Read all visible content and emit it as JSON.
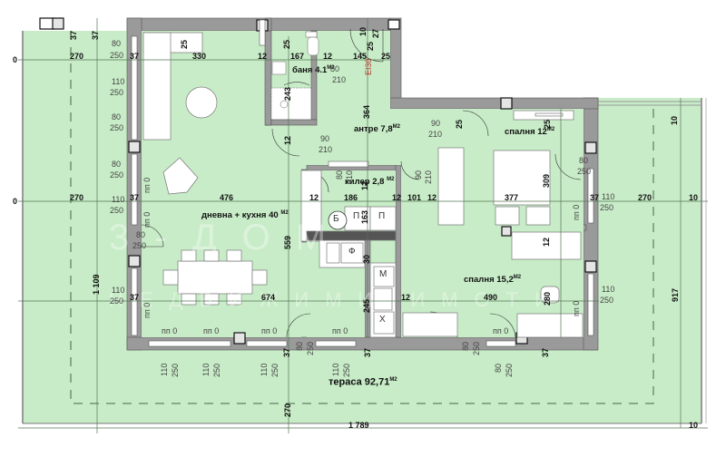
{
  "plan": {
    "colors": {
      "floor": "#c8ecc8",
      "wall": "#9a9a9a",
      "wall_outline": "#555555",
      "dim_line": "#557755",
      "furniture": "#ffffff",
      "fire_label": "#c0392b"
    },
    "rooms": {
      "living": {
        "name": "дневна + кухня",
        "area": "40",
        "unit": "M2"
      },
      "bath": {
        "name": "баня",
        "area": "4.1",
        "unit": "M2"
      },
      "hall": {
        "name": "антре",
        "area": "7,8",
        "unit": "M2"
      },
      "pantry": {
        "name": "килер",
        "area": "2,8",
        "unit": "M2"
      },
      "bedroom1": {
        "name": "спалня",
        "area": "12",
        "unit": "M2"
      },
      "bedroom2": {
        "name": "спалня",
        "area": "15,2",
        "unit": "M2"
      },
      "terrace": {
        "name": "тераса",
        "area": "92,71",
        "unit": "M2"
      }
    },
    "dimensions": {
      "top_37a": "37",
      "top_37b": "37",
      "top_25a": "25",
      "top_25b": "25",
      "top_10": "10",
      "top_27": "27",
      "top_25c": "25",
      "top_25d": "25",
      "row1_0": "0",
      "row1_270": "270",
      "row1_37": "37",
      "row1_330": "330",
      "row1_12a": "12",
      "row1_167": "167",
      "row1_12b": "12",
      "row1_145": "145",
      "row1_25": "25",
      "bath_243": "243",
      "hall_364": "364",
      "bath_12": "12",
      "row2_0": "0",
      "row2_270": "270",
      "row2_37": "37",
      "row2_476": "476",
      "row2_12a": "12",
      "row2_186": "186",
      "row2_163": "163",
      "row2_12b": "12",
      "row2_101": "101",
      "row2_12c": "12",
      "row2_377": "377",
      "row2_37r": "37",
      "row2_270r": "270",
      "row2_10": "10",
      "bed1_309": "309",
      "bed_wall_12": "12",
      "pantry_12": "12",
      "left_1109": "1 109",
      "kitchen_559": "559",
      "kitchen_30": "30",
      "kitchen_245": "245",
      "row3_37": "37",
      "row3_674": "674",
      "row3_12": "12",
      "row3_490": "490",
      "bed2_280": "280",
      "right_917": "917",
      "right_10top": "10",
      "bot_37a": "37",
      "bot_37b": "37",
      "bot_37c": "37",
      "terrace_270": "270",
      "terrace_1789": "1 789",
      "bot_10": "10"
    },
    "openings": {
      "w1_w": "80",
      "w1_h": "250",
      "w2_w": "110",
      "w2_h": "250",
      "w3_w": "80",
      "w3_h": "250",
      "w4_w": "80",
      "w4_h": "250",
      "w5_w": "110",
      "w5_h": "250",
      "d_liv_w": "80",
      "d_liv_h": "250",
      "w6_w": "110",
      "w6_h": "250",
      "bath_door_w": "80",
      "bath_door_h": "210",
      "liv_door_w": "90",
      "liv_door_h": "210",
      "pantry_door_w": "80",
      "pantry_door_h": "210",
      "bed1_door_w": "90",
      "bed1_door_h": "210",
      "hall_door2_w": "90",
      "hall_door2_h": "210",
      "bed1_bal_w": "80",
      "bed1_bal_h": "250",
      "bed1_win_w": "110",
      "bed1_win_h": "250",
      "bed2_win_w": "110",
      "bed2_win_h": "250",
      "bot_w1_w": "110",
      "bot_w1_h": "250",
      "bot_w2_w": "110",
      "bot_w2_h": "250",
      "bot_w3_w": "110",
      "bot_w3_h": "250",
      "bot_d1_w": "80",
      "bot_d1_h": "250",
      "bot_w4_w": "110",
      "bot_w4_h": "250",
      "bot_d2_w": "80",
      "bot_d2_h": "250",
      "bot_d3_w": "80",
      "bot_d3_h": "250",
      "sill": "пп 0",
      "entrance_fire": "EI30"
    },
    "appliances": {
      "boiler": "Б",
      "fridge1": "П",
      "fridge2": "П",
      "freezer": "Ф",
      "microwave": "М",
      "dryer": "Х"
    },
    "watermark": {
      "line1": "3-ДОМ",
      "line2": "НЕДВИЖИМИ ИМОТИ"
    }
  }
}
